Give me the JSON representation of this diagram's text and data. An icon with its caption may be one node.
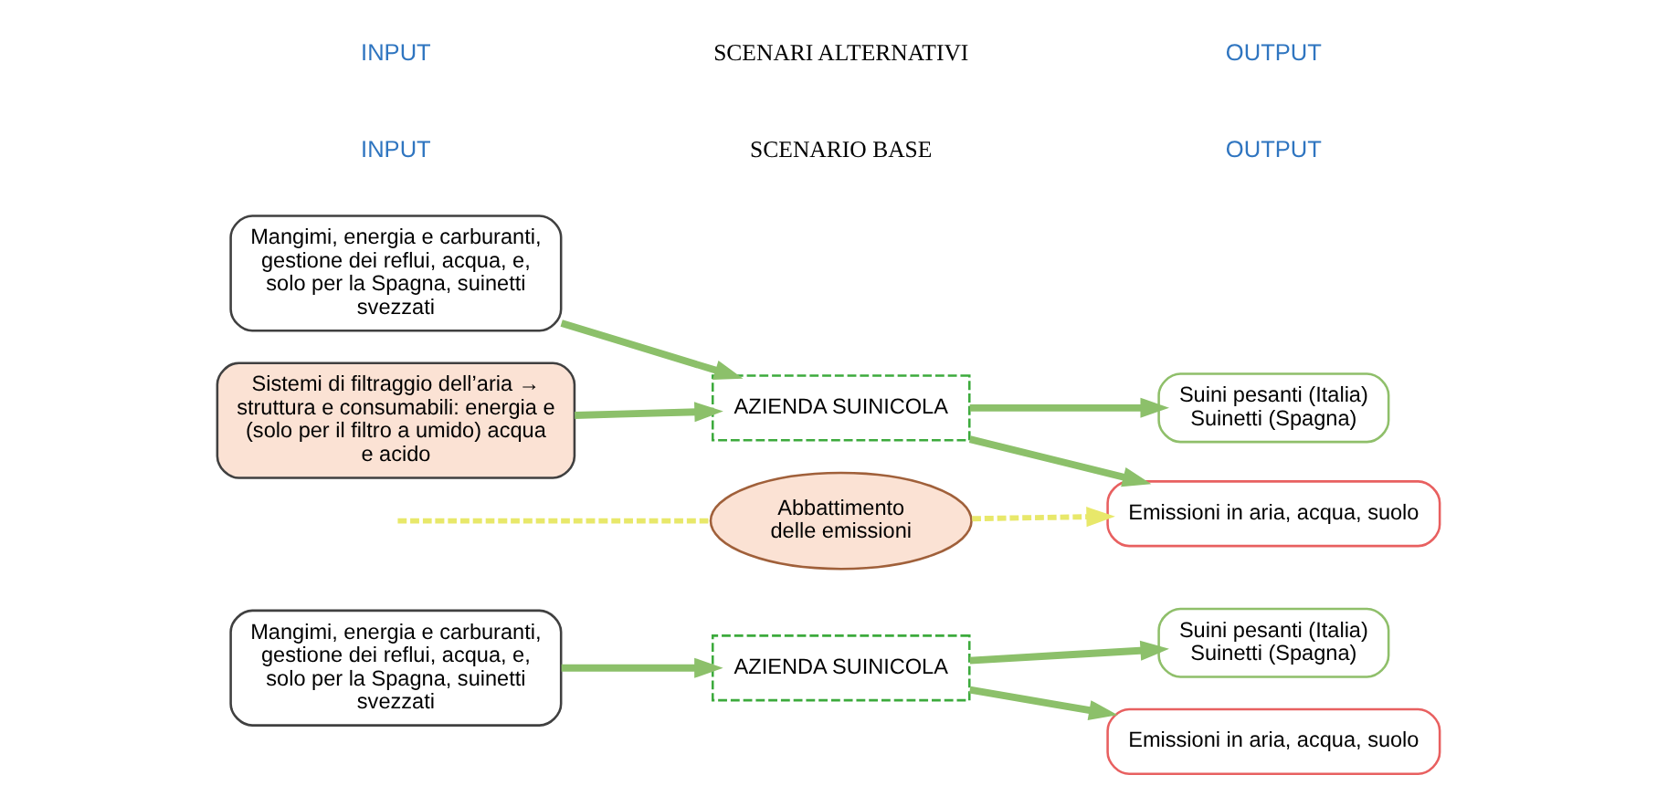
{
  "diagram": {
    "nodes": [
      {
        "text": [
          "Mangimi, energia e carburanti, gestione dei reflui, acqua, e, solo per la Spagna, suinetti svezzati"
        ]
      },
      {
        "text": [
          "AZIENDA SUINICOLA"
        ]
      },
      {
        "text": [
          "Suini pesanti (Italia) Suinetti (Spagna)"
        ]
      },
      {
        "text": [
          "Emissioni in aria, acqua, suolo"
        ]
      },
      {
        "text": [
          "Mangimi, energia e carburanti, gestione dei reflui, acqua, e, solo per la Spagna, suinetti svezzati"
        ]
      },
      {
        "text": [
          "Sistemi di filtraggio dell’aria → struttura e consumabili: energia e (solo per il filtro a umido) acqua e acido"
        ]
      },
      {
        "text": [
          "AZIENDA SUINICOLA"
        ]
      },
      {
        "text": [
          "Suini pesanti (Italia) Suinetti (Spagna)"
        ]
      },
      {
        "text": [
          "Emissioni in aria, acqua, suolo"
        ]
      },
      {
        "text": [
          "Abbattimento delle emissioni"
        ]
      }
    ],
    "edges": [
      {
        "from": 0,
        "to": 1,
        "arrow": "to"
      },
      {
        "from": 1,
        "to": 2,
        "arrow": "to"
      },
      {
        "from": 1,
        "to": 3,
        "arrow": "to"
      },
      {
        "from": 4,
        "to": 6,
        "arrow": "to"
      },
      {
        "from": 5,
        "to": 6,
        "arrow": "to"
      },
      {
        "from": 6,
        "to": 7,
        "arrow": "to"
      },
      {
        "from": 6,
        "to": 8,
        "arrow": "to"
      },
      {
        "from": null,
        "to": 9,
        "arrow": "none",
        "style": "dashed",
        "color": "#e8e86a"
      },
      {
        "from": 9,
        "to": 8,
        "arrow": "to",
        "style": "dashed",
        "color": "#e8e86a"
      }
    ],
    "labels": [
      "INPUT",
      "SCENARIO BASE",
      "OUTPUT",
      "INPUT",
      "SCENARI ALTERNATIVI",
      "OUTPUT"
    ]
  }
}
